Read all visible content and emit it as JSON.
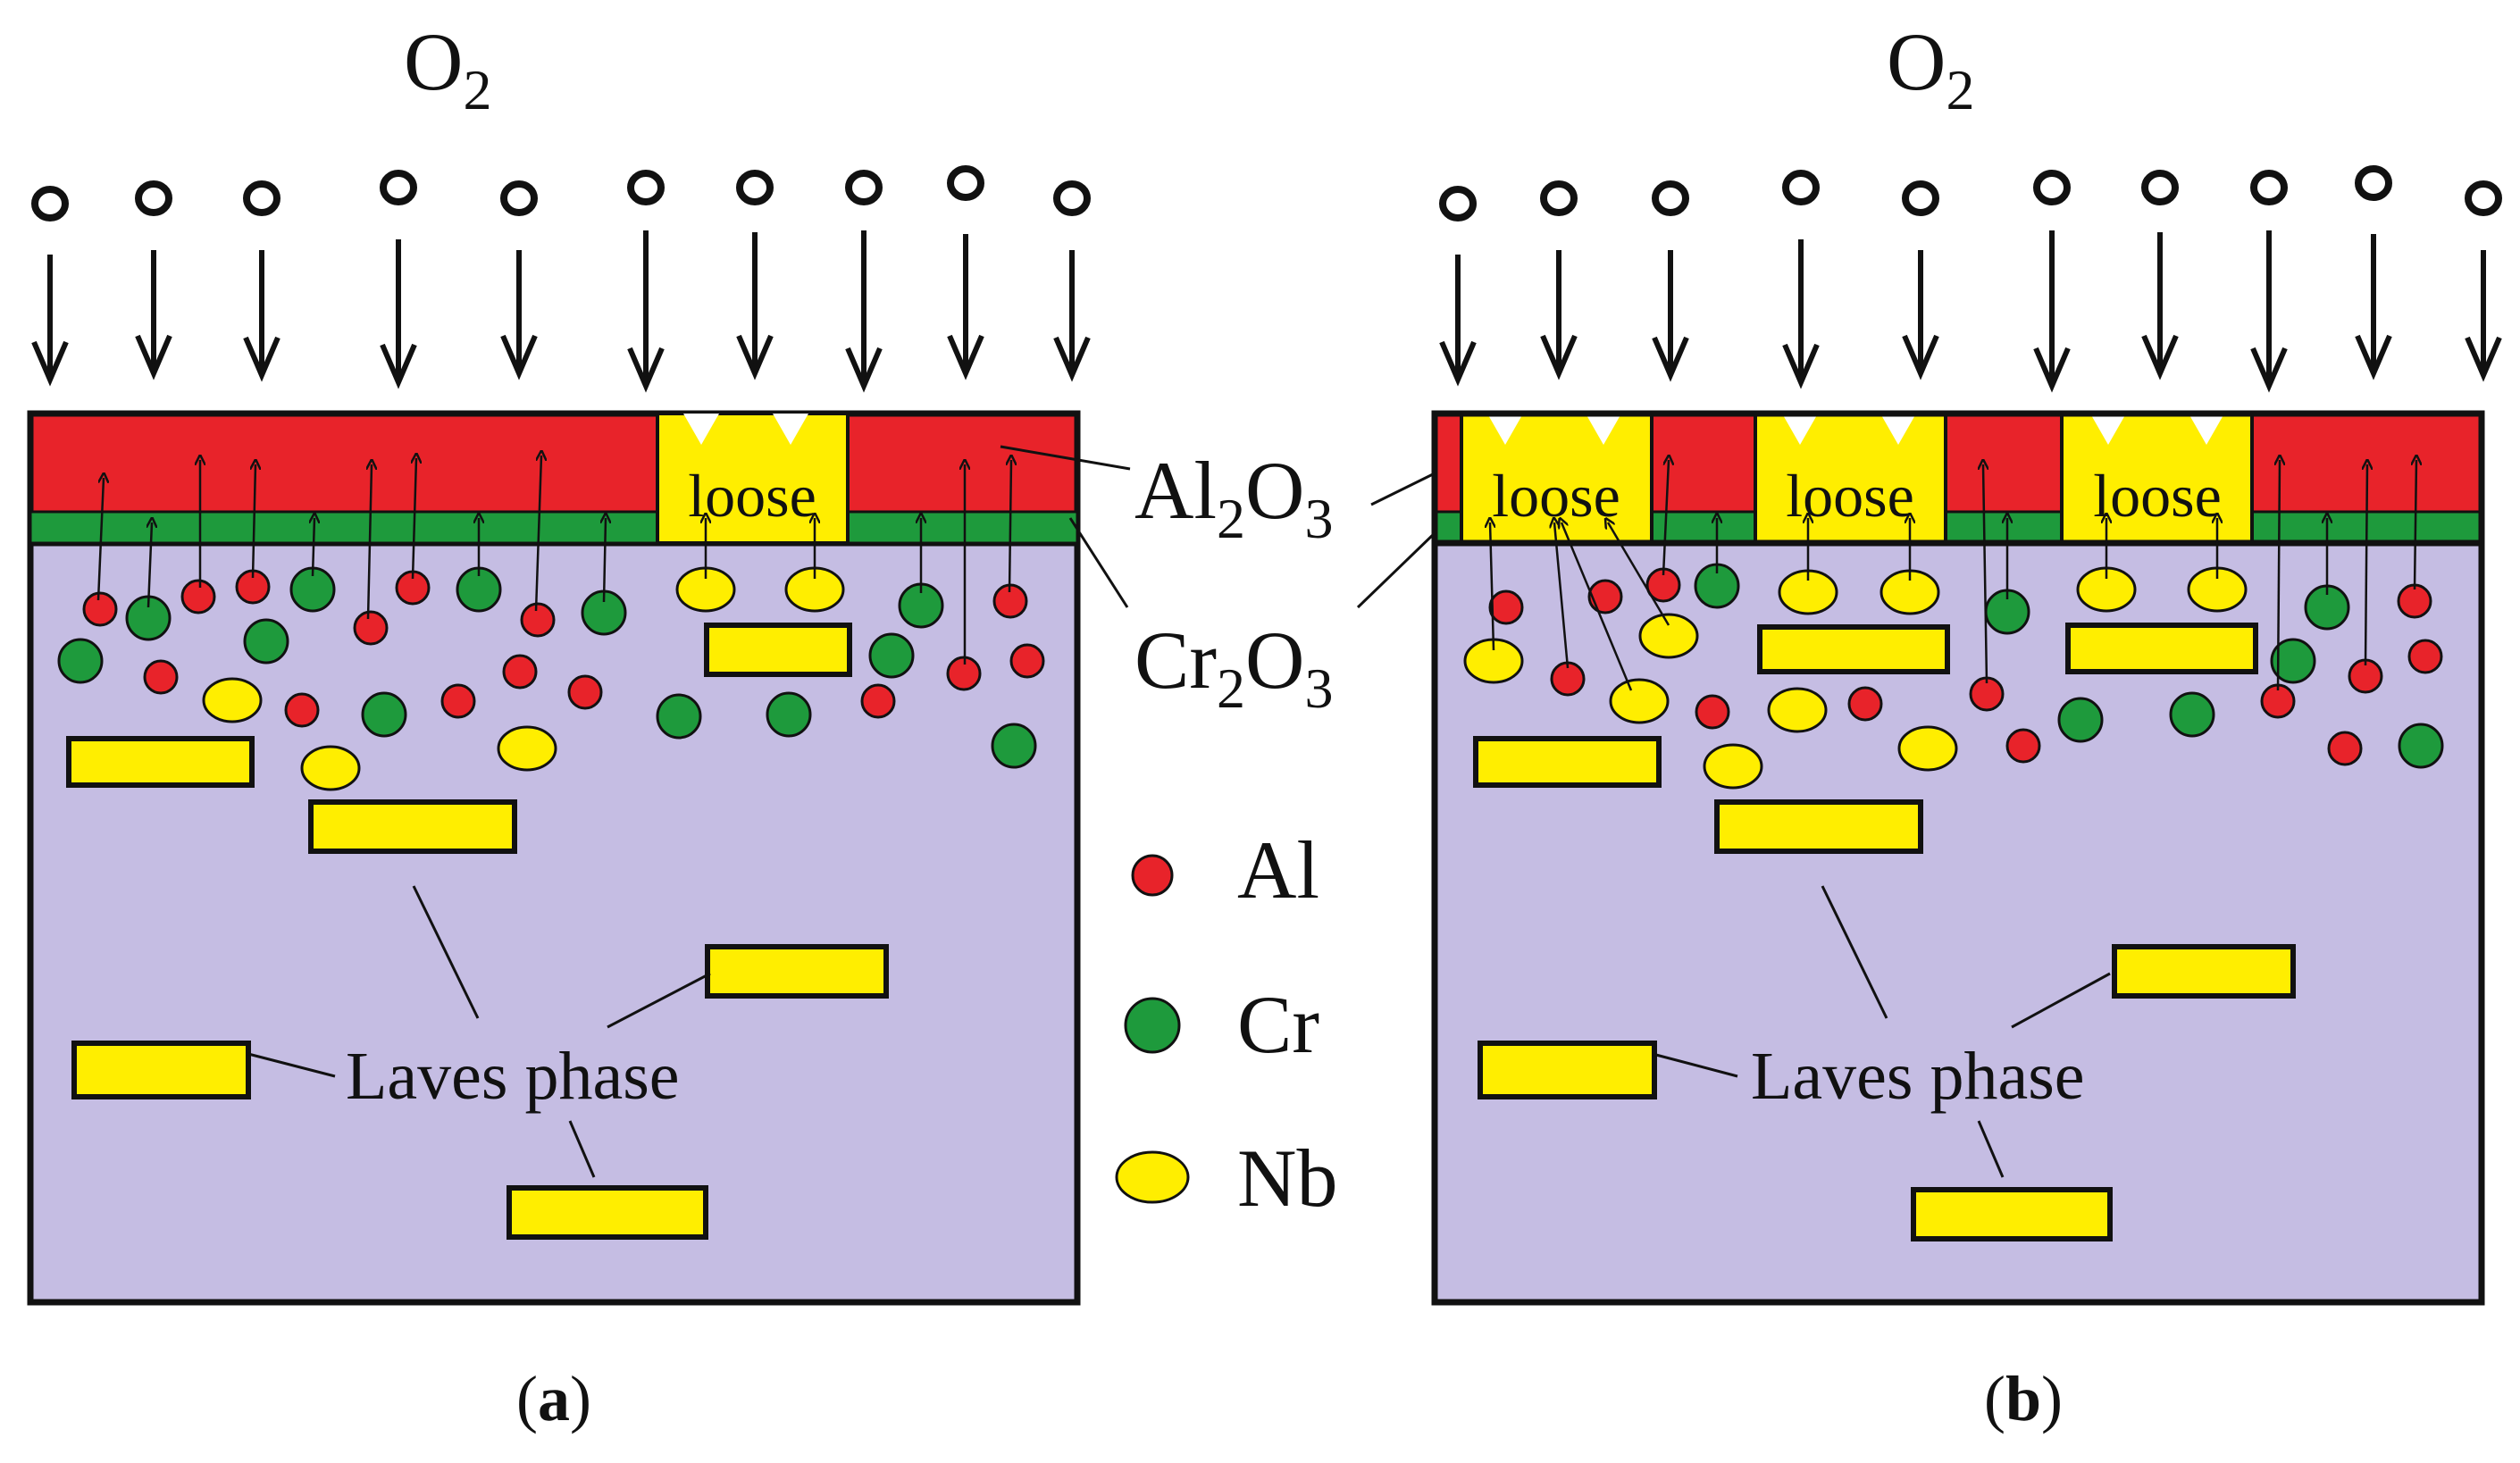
{
  "labels": {
    "o2_a": "O",
    "o2_b": "O",
    "o2_sub": "2",
    "al2o3_main": "Al",
    "al2o3_sub1": "2",
    "al2o3_mid": "O",
    "al2o3_sub2": "3",
    "cr2o3_main": "Cr",
    "cr2o3_sub1": "2",
    "cr2o3_mid": "O",
    "cr2o3_sub2": "3",
    "loose": "loose",
    "laves": "Laves phase"
  },
  "legend": [
    {
      "label": "Al",
      "color": "#e8232a"
    },
    {
      "label": "Cr",
      "color": "#1e9a3c"
    },
    {
      "label": "Nb",
      "color": "#ffee00"
    }
  ],
  "captions": {
    "a_open": "(",
    "a_letter": "a",
    "a_close": ")",
    "b_open": "(",
    "b_letter": "b",
    "b_close": ")"
  },
  "colors": {
    "al2o3_layer": "#e8232a",
    "cr2o3_layer": "#1e9a3c",
    "substrate": "#c5bde3",
    "loose_oxide": "#ffee00",
    "laves_phase": "#ffee00",
    "outline": "#111111"
  },
  "icons": [
    "oxygen-molecule-icon",
    "down-arrow-icon",
    "al-atom-icon",
    "cr-atom-icon",
    "nb-atom-icon",
    "laves-phase-bar-icon"
  ]
}
